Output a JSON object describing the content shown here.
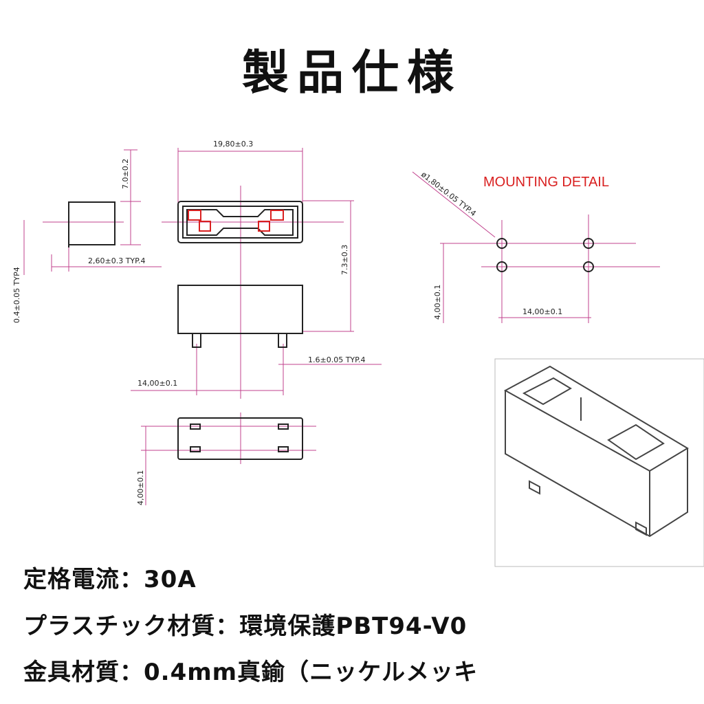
{
  "title": "製品仕様",
  "dimensions": {
    "top_width": "19,80±0.3",
    "side_height": "7.0±0.2",
    "pin_offset": "2,60±0.3 TYP.4",
    "pin_thickness": "0.4±0.05 TYP4",
    "body_height": "7.3±0.3",
    "pin_width": "1.6±0.05 TYP.4",
    "pin_pitch": "14,00±0.1",
    "bottom_pitch": "4,00±0.1"
  },
  "mounting": {
    "title": "MOUNTING DETAIL",
    "hole_dia": "ø1,80±0.05 TYP.4",
    "vertical": "4,00±0.1",
    "horizontal": "14,00±0.1"
  },
  "specs": [
    "定格電流：30A",
    "プラスチック材質：環境保護PBT94-V0",
    "金具材質：0.4mm真鍮（ニッケルメッキ"
  ],
  "colors": {
    "dimension_line": "#c0408c",
    "drawing": "#222222",
    "accent": "#d92020"
  }
}
